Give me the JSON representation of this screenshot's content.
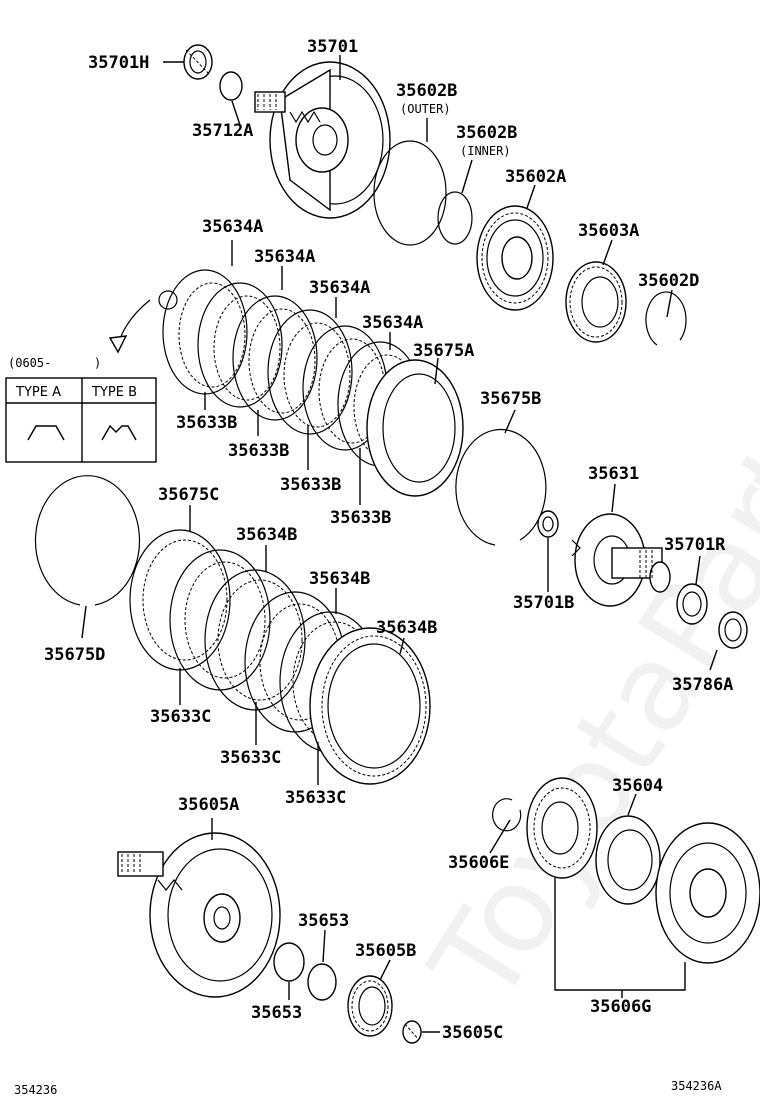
{
  "parts": {
    "p35701": "35701",
    "p35701H": "35701H",
    "p35712A": "35712A",
    "p35602B_outer": "35602B",
    "outer_note": "(OUTER)",
    "p35602B_inner": "35602B",
    "inner_note": "(INNER)",
    "p35602A": "35602A",
    "p35603A": "35603A",
    "p35602D": "35602D",
    "p35634A_1": "35634A",
    "p35634A_2": "35634A",
    "p35634A_3": "35634A",
    "p35634A_4": "35634A",
    "p35675A": "35675A",
    "p35633B_1": "35633B",
    "p35633B_2": "35633B",
    "p35633B_3": "35633B",
    "p35633B_4": "35633B",
    "p35675B": "35675B",
    "p35631": "35631",
    "p35701R": "35701R",
    "p35701B": "35701B",
    "p35786A": "35786A",
    "p35675C": "35675C",
    "p35675D": "35675D",
    "p35634B_1": "35634B",
    "p35634B_2": "35634B",
    "p35634B_3": "35634B",
    "p35633C_1": "35633C",
    "p35633C_2": "35633C",
    "p35633C_3": "35633C",
    "p35605A": "35605A",
    "p35653_1": "35653",
    "p35653_2": "35653",
    "p35605B": "35605B",
    "p35605C": "35605C",
    "p35606E": "35606E",
    "p35604": "35604",
    "p35606G": "35606G"
  },
  "type_box": {
    "date_note": "(0605-",
    "date_close": ")",
    "type_a": "TYPE A",
    "type_b": "TYPE B"
  },
  "footer": {
    "left_code": "354236",
    "right_code": "354236A"
  },
  "watermark": "ToyotaPartsMirror.ru"
}
